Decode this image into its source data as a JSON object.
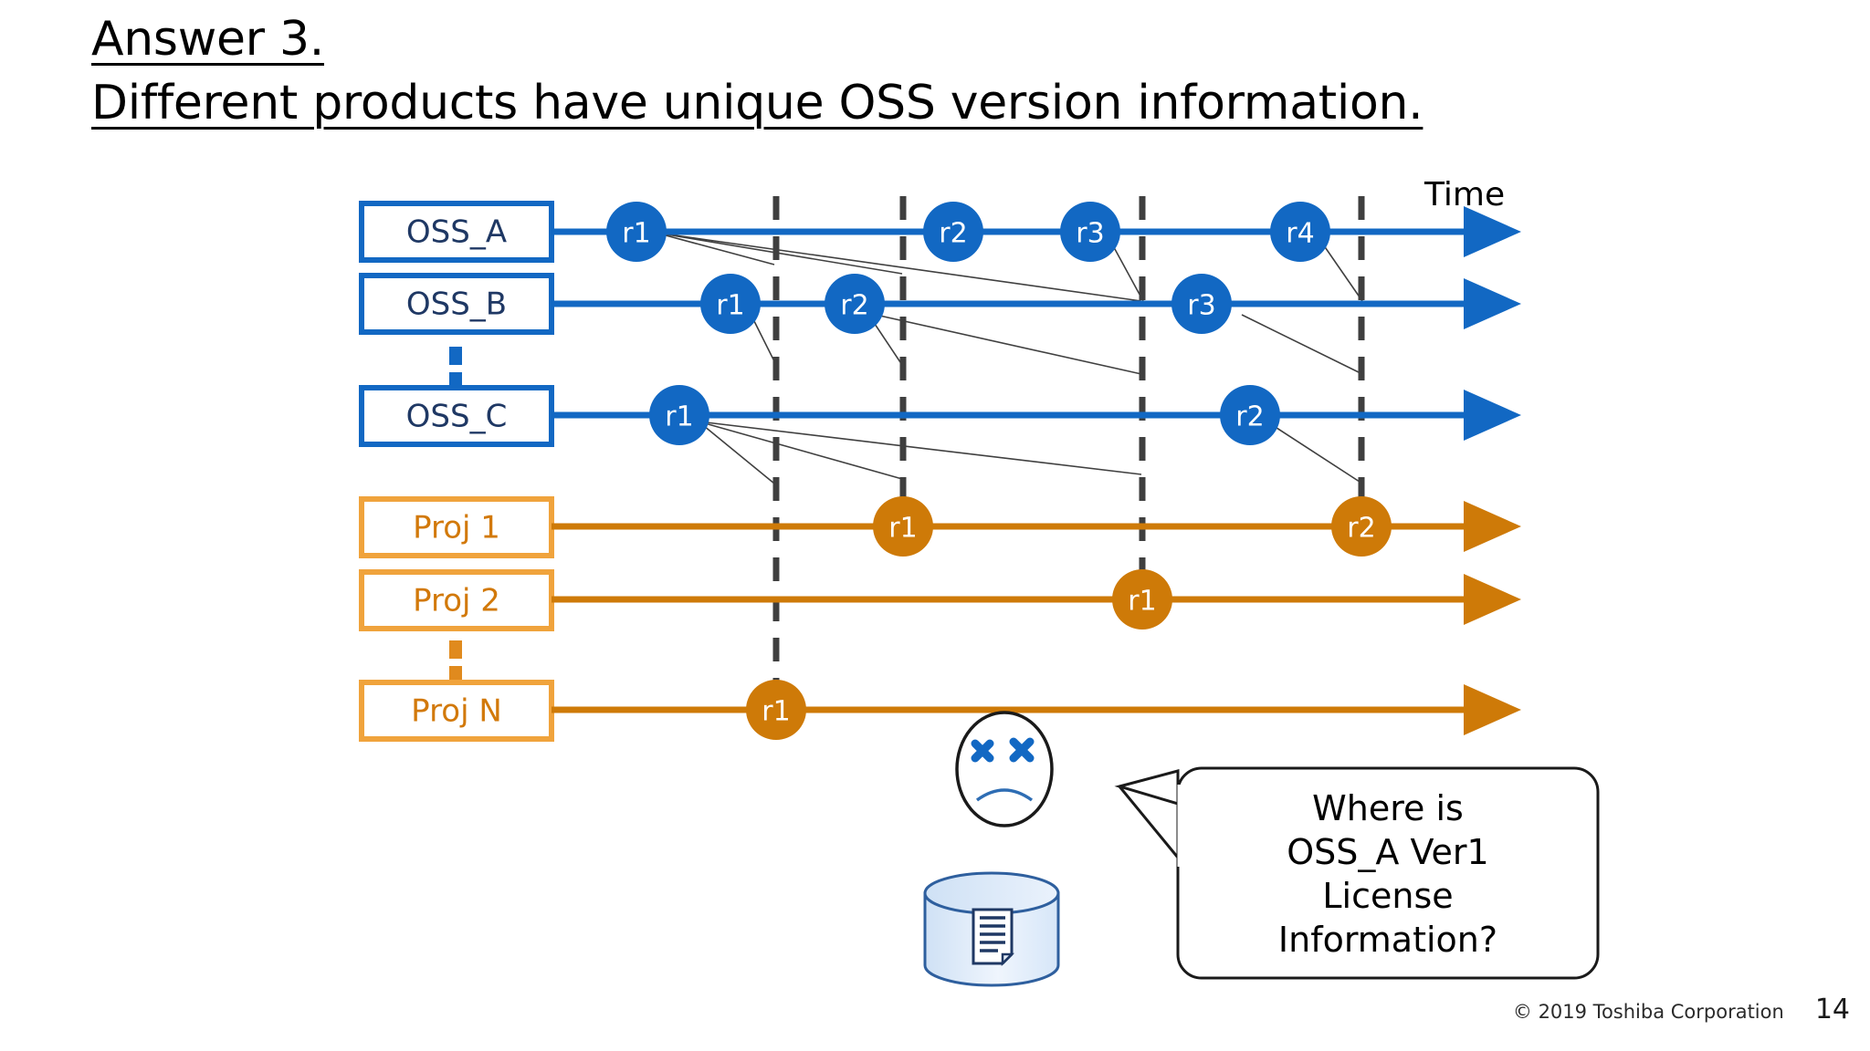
{
  "slide": {
    "title_line1": "Answer 3.",
    "title_line2": "Different products have unique OSS version information.",
    "time_axis_label": "Time",
    "page_number": "14",
    "copyright": "© 2019 Toshiba Corporation"
  },
  "colors": {
    "blue": "#1268C3",
    "blue_dark_text": "#1F3864",
    "orange": "#CE7A08",
    "orange_border": "#F0A33C",
    "dash_gray": "#3F3F3F",
    "connector_gray": "#404040",
    "db_fill": "#DCE9F7",
    "db_stroke": "#2E5F9E"
  },
  "oss_tracks": [
    {
      "name": "OSS_A",
      "releases": [
        {
          "label": "r1"
        },
        {
          "label": "r2"
        },
        {
          "label": "r3"
        },
        {
          "label": "r4"
        }
      ]
    },
    {
      "name": "OSS_B",
      "releases": [
        {
          "label": "r1"
        },
        {
          "label": "r2"
        },
        {
          "label": "r3"
        }
      ]
    },
    {
      "name": "OSS_C",
      "releases": [
        {
          "label": "r1"
        },
        {
          "label": "r2"
        }
      ]
    }
  ],
  "proj_tracks": [
    {
      "name": "Proj 1",
      "releases": [
        {
          "label": "r1"
        },
        {
          "label": "r2"
        }
      ]
    },
    {
      "name": "Proj 2",
      "releases": [
        {
          "label": "r1"
        }
      ]
    },
    {
      "name": "Proj N",
      "releases": [
        {
          "label": "r1"
        }
      ]
    }
  ],
  "ellipsis": {
    "oss_gap_label": "vertical-dots",
    "proj_gap_label": "vertical-dots"
  },
  "callout": {
    "line1": "Where is",
    "line2": "OSS_A Ver1",
    "line3": "License",
    "line4": "Information?"
  },
  "icons": {
    "face": "sad-face-x-eyes-icon",
    "database": "database-document-icon",
    "arrow": "arrow-right-icon"
  }
}
